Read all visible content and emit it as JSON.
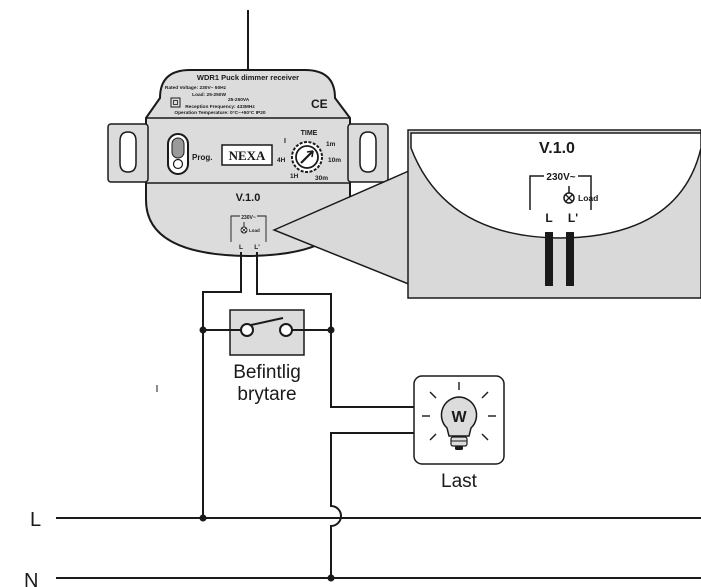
{
  "device": {
    "title": "WDR1 Puck dimmer receiver",
    "specs": [
      "Rated Voltage: 230V~ 50Hz",
      "Load: 25-250W",
      "25-250VA",
      "Reception Frequency: 433MHz",
      "Operation Temperature: 0°C~+50°C IP20"
    ],
    "ce_mark": "CE",
    "prog_label": "Prog.",
    "brand": "NEXA",
    "timer": {
      "title": "TIME",
      "mark_on": "I",
      "t1": "1m",
      "t2": "10m",
      "t3": "30m",
      "t4": "1H",
      "t5": "4H"
    },
    "version": "V.1.0",
    "terminal_voltage": "230V~",
    "terminal_load": "Load",
    "terminal_l": "L",
    "terminal_lp": "L'"
  },
  "zoom": {
    "version": "V.1.0",
    "voltage": "230V~",
    "load": "Load",
    "l": "L",
    "lp": "L'"
  },
  "labels": {
    "switch_line1": "Befintlig",
    "switch_line2": "brytare",
    "lamp_symbol": "W",
    "lamp_label": "Last",
    "line_l": "L",
    "line_n": "N"
  },
  "colors": {
    "device_fill": "#dcdcdc",
    "zoom_fill": "#d9d9d9",
    "line": "#1a1a1a"
  }
}
